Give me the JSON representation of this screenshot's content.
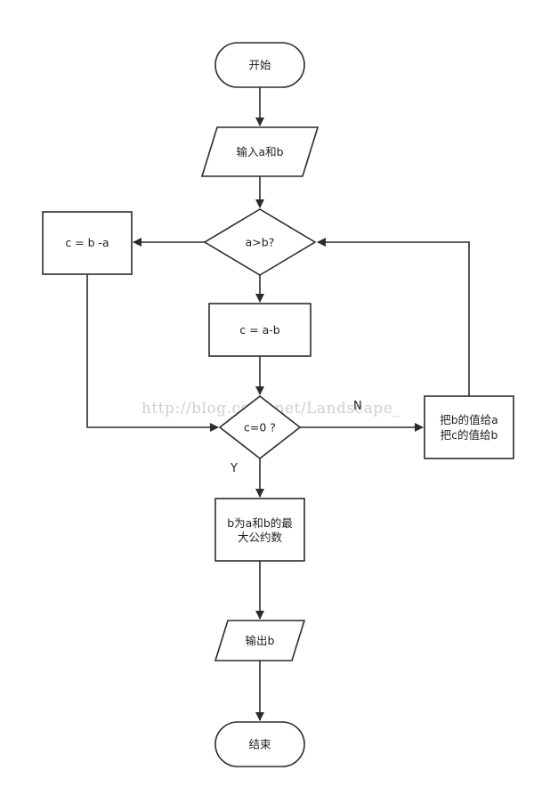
{
  "nodes": {
    "start": "开始",
    "input": "输入a和b",
    "compare": "a>b?",
    "swap_sub": "c = b -a",
    "sub": "c = a-b",
    "check_zero": "c=0 ?",
    "assign_line1": "把b的值给a",
    "assign_line2": "把c的值给b",
    "result_line1": "b为a和b的最",
    "result_line2": "大公约数",
    "output": "输出b",
    "end": "结束"
  },
  "edge_labels": {
    "no": "N",
    "yes": "Y"
  },
  "watermark": "http://blog.csdn.net/Landscape_"
}
